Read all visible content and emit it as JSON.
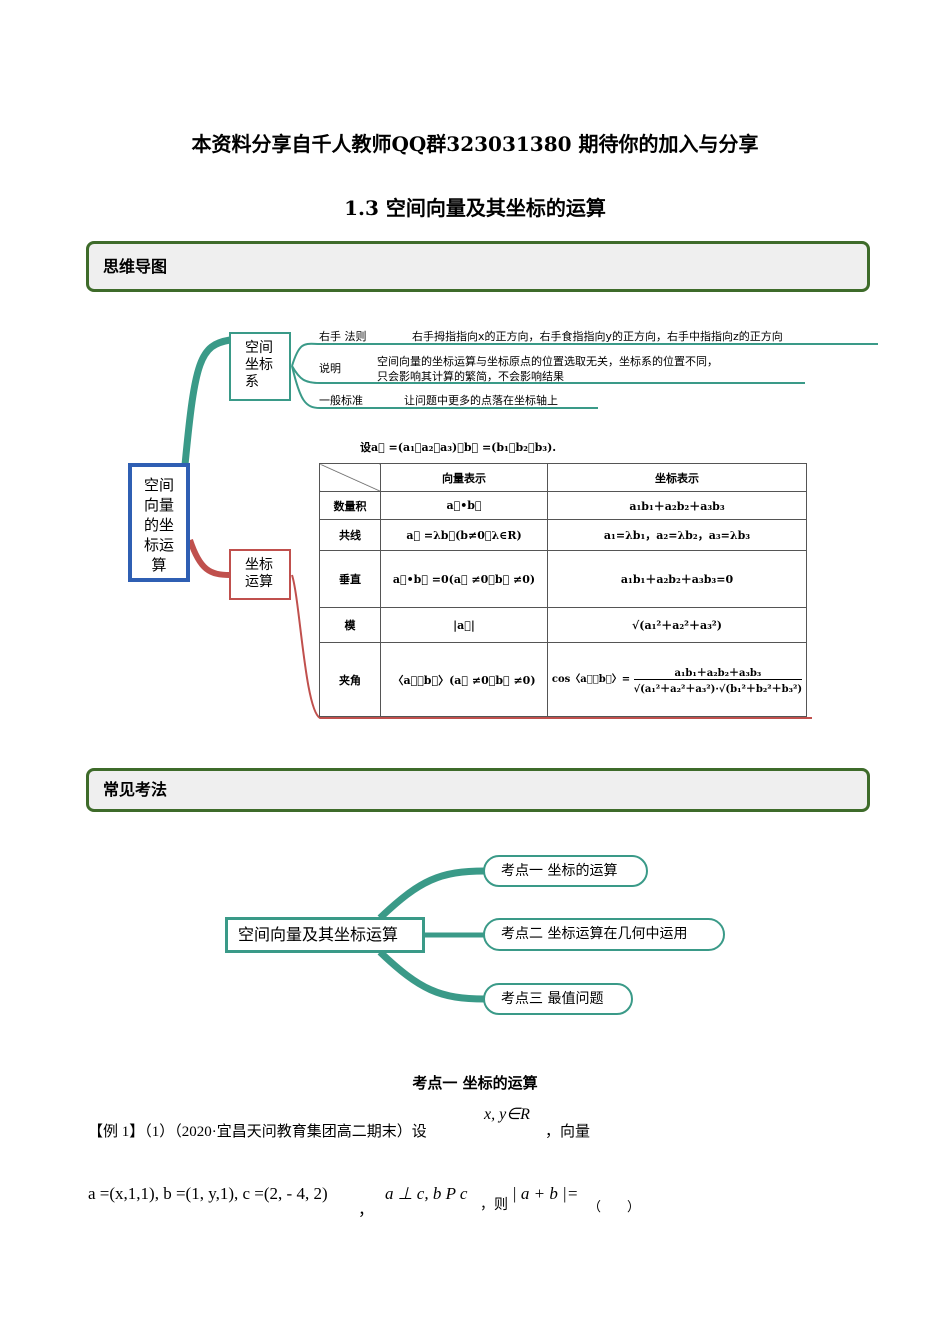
{
  "header": {
    "line1": "本资料分享自千人教师QQ群323031380 期待你的加入与分享",
    "line2": "1.3 空间向量及其坐标的运算"
  },
  "section1": {
    "label": "思维导图"
  },
  "mindmap1": {
    "center": "空间向量的坐标运算",
    "node_coord": "空间坐标系",
    "node_calc": "坐标运算",
    "branches": [
      {
        "label": "右手  法则",
        "text": "右手拇指指向x的正方向，右手食指指向y的正方向，右手中指指向z的正方向"
      },
      {
        "label": "说明",
        "text": "空间向量的坐标运算与坐标原点的位置选取无关，坐标系的位置不同，",
        "text2": "只会影响其计算的繁简，不会影响结果"
      },
      {
        "label": "一般标准",
        "text": "让问题中更多的点落在坐标轴上"
      }
    ],
    "setup": "设a⃗ =(a₁，a₂，a₃)，b⃗ =(b₁，b₂，b₃).",
    "table": {
      "headers": [
        "",
        "向量表示",
        "坐标表示"
      ],
      "rows": [
        [
          "数量积",
          "a⃗•b⃗",
          "a₁b₁＋a₂b₂＋a₃b₃"
        ],
        [
          "共线",
          "a⃗ =λb⃗(b≠0，λ∈R)",
          "a₁=λb₁，a₂=λb₂，a₃=λb₃"
        ],
        [
          "垂直",
          "a⃗•b⃗ =0(a⃗ ≠0，b⃗ ≠0)",
          "a₁b₁＋a₂b₂＋a₃b₃=0"
        ],
        [
          "模",
          "|a⃗|",
          "√(a₁²＋a₂²＋a₃²)"
        ],
        [
          "夹角",
          "〈a⃗，b⃗〉(a⃗ ≠0，b⃗ ≠0)",
          "cos〈a⃗，b⃗〉=",
          "a₁b₁＋a₂b₂＋a₃b₃",
          "√(a₁²＋a₂²＋a₃²)·√(b₁²＋b₂²＋b₃²)"
        ]
      ]
    }
  },
  "section2": {
    "label": "常见考法"
  },
  "mindmap2": {
    "center": "空间向量及其坐标运算",
    "items": [
      "考点一  坐标的运算",
      "考点二  坐标运算在几何中运用",
      "考点三  最值问题"
    ]
  },
  "sub_heading": "考点一  坐标的运算",
  "example": {
    "prefix": "【例 1】（1）（2020·宜昌天问教育集团高二期末）设",
    "cond": "x, y∈R",
    "suffix": "，向量",
    "formula": "a =(x,1,1), b =(1, y,1), c =(2, - 4, 2)",
    "comma1": "，",
    "cond2": "a ⊥ c, b P c",
    "then": "，则",
    "expr": "| a + b |=",
    "paren": "（　　）"
  },
  "colors": {
    "teal": "#3a9a88",
    "blue": "#2f5fb3",
    "red": "#c0504d",
    "green": "#3e6b2a"
  }
}
